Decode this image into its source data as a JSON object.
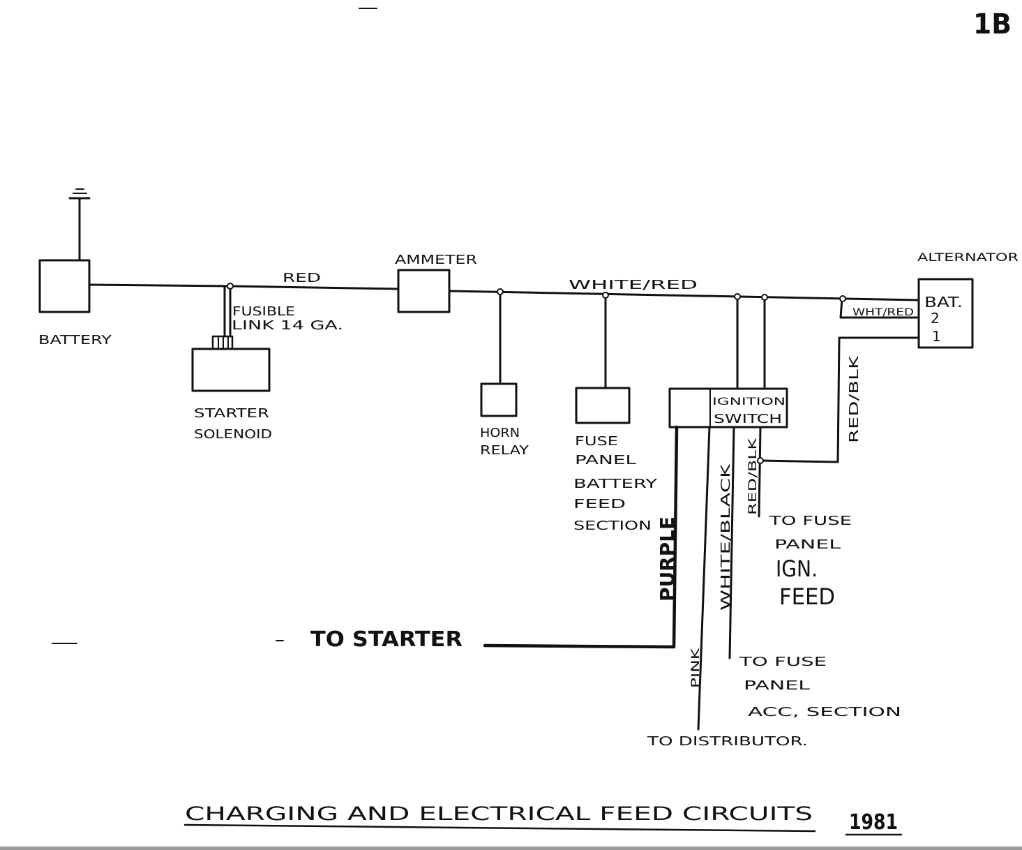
{
  "header": {
    "page_number": "1B"
  },
  "title": "CHARGING AND ELECTRICAL FEED CIRCUITS",
  "year": "1981",
  "components": {
    "battery": {
      "label": "BATTERY"
    },
    "starter_solenoid": {
      "label": [
        "STARTER",
        "SOLENOID"
      ]
    },
    "ammeter": {
      "label": "AMMETER"
    },
    "horn_relay": {
      "label": [
        "HORN",
        "RELAY"
      ]
    },
    "fuse_panel": {
      "label": [
        "FUSE",
        "PANEL"
      ]
    },
    "ignition_switch": {
      "label": [
        "IGNITION",
        "SWITCH"
      ]
    },
    "alternator": {
      "label": "ALTERNATOR",
      "terminals": [
        "BAT.",
        "2",
        "1"
      ]
    }
  },
  "wires": {
    "red": "RED",
    "white_red": "WHITE/RED",
    "wht_red": "WHT/RED",
    "red_blk_alternator": "RED/BLK",
    "purple": "PURPLE",
    "white_black": "WHITE/BLACK",
    "red_blk_switch": "RED/BLK",
    "pink": "PINK"
  },
  "annotations": {
    "fusible_link": [
      "FUSIBLE",
      "LINK 14 GA."
    ],
    "fuse_panel_battery_feed": [
      "BATTERY",
      "FEED",
      "SECTION"
    ],
    "to_fuse_panel_ign_feed": [
      "TO FUSE",
      "PANEL",
      "IGN.",
      "FEED"
    ],
    "to_starter": "TO STARTER",
    "to_fuse_panel_acc": [
      "TO FUSE",
      "PANEL",
      "ACC, SECTION"
    ],
    "to_distributor": "TO DISTRIBUTOR."
  },
  "colors": {
    "ink": "#111111",
    "paper": "#ffffff"
  }
}
